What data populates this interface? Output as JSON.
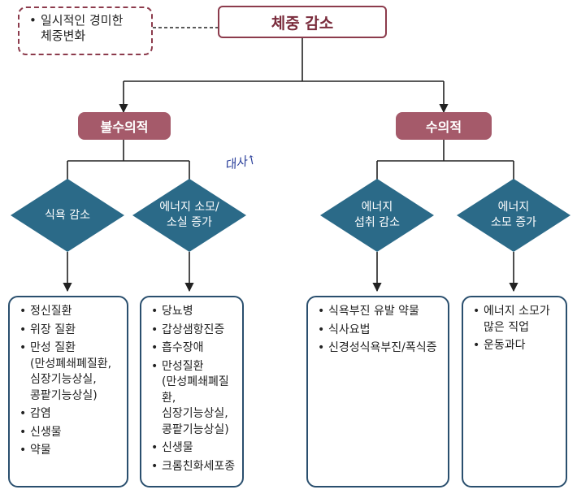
{
  "title": "체중 감소",
  "note": [
    "일시적인 경미한",
    "체중변화"
  ],
  "categories": {
    "involuntary": "불수의적",
    "voluntary": "수의적"
  },
  "diamonds": {
    "appetite_loss": [
      "식욕 감소"
    ],
    "energy_loss_increase": [
      "에너지 소모/",
      "소실 증가"
    ],
    "intake_decrease": [
      "에너지",
      "섭취 감소"
    ],
    "consumption_increase": [
      "에너지",
      "소모 증가"
    ]
  },
  "lists": {
    "appetite_loss": [
      [
        "정신질환"
      ],
      [
        "위장 질환"
      ],
      [
        "만성 질환",
        "(만성폐쇄폐질환,",
        "심장기능상실,",
        "콩팥기능상실)"
      ],
      [
        "감염"
      ],
      [
        "신생물"
      ],
      [
        "약물"
      ]
    ],
    "energy_loss_increase": [
      [
        "당뇨병"
      ],
      [
        "갑상샘항진증"
      ],
      [
        "흡수장애"
      ],
      [
        "만성질환",
        "(만성폐쇄폐질환,",
        "심장기능상실,",
        "콩팥기능상실)"
      ],
      [
        "신생물"
      ],
      [
        "크롬친화세포종"
      ]
    ],
    "intake_decrease": [
      [
        "식욕부진 유발 약물"
      ],
      [
        "식사요법"
      ],
      [
        "신경성식욕부진/폭식증"
      ]
    ],
    "consumption_increase": [
      [
        "에너지 소모가",
        "많은 직업"
      ],
      [
        "운동과다"
      ]
    ]
  },
  "handwritten_note": "대사↑",
  "colors": {
    "maroon": "#8c3b4c",
    "category": "#a55a6a",
    "diamond": "#2b6a88",
    "box_border": "#2a4f6e"
  }
}
